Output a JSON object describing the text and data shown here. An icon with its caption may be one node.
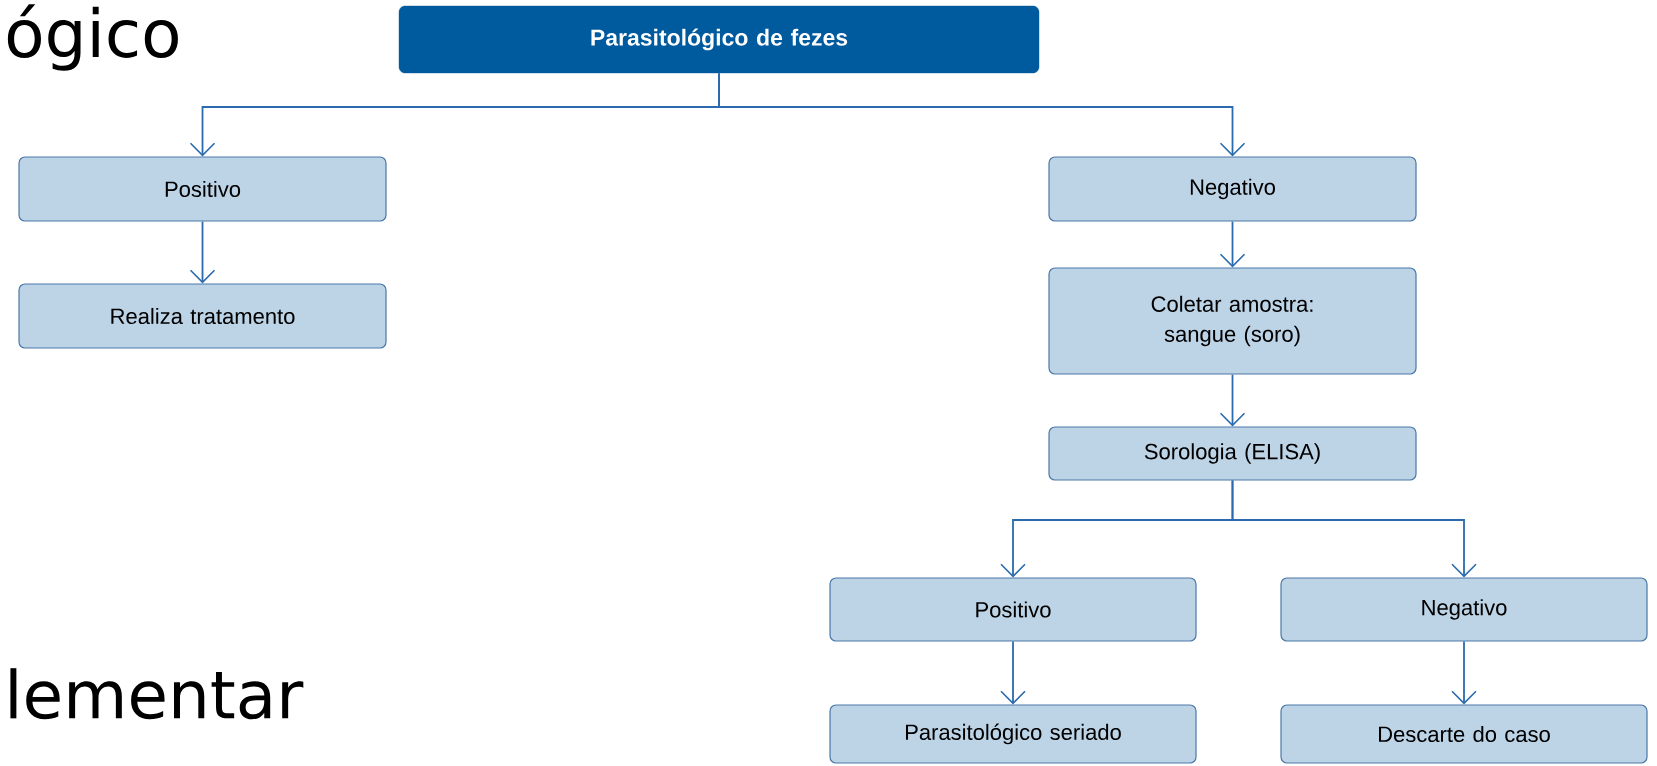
{
  "diagram": {
    "nodes": [
      {
        "text": [
          "Parasitológico de fezes"
        ]
      },
      {
        "text": [
          "Positivo"
        ]
      },
      {
        "text": [
          "Realiza tratamento"
        ]
      },
      {
        "text": [
          "Negativo"
        ]
      },
      {
        "text": [
          "Coletar amostra: sangue (soro)"
        ]
      },
      {
        "text": [
          "Sorologia (ELISA)"
        ]
      },
      {
        "text": [
          "Positivo"
        ]
      },
      {
        "text": [
          "Negativo"
        ]
      },
      {
        "text": [
          "Parasitológico seriado"
        ]
      },
      {
        "text": [
          "Descarte do caso"
        ]
      }
    ],
    "edges": [
      {
        "from": 0,
        "to": 1,
        "arrow": "to"
      },
      {
        "from": 0,
        "to": 3,
        "arrow": "to"
      },
      {
        "from": 1,
        "to": 2,
        "arrow": "to"
      },
      {
        "from": 3,
        "to": 4,
        "arrow": "to"
      },
      {
        "from": 4,
        "to": 5,
        "arrow": "to"
      },
      {
        "from": 5,
        "to": 6,
        "arrow": "to"
      },
      {
        "from": 5,
        "to": 7,
        "arrow": "to"
      },
      {
        "from": 6,
        "to": 8,
        "arrow": "to"
      },
      {
        "from": 7,
        "to": 9,
        "arrow": "to"
      }
    ],
    "labels": [
      "ógico",
      "lementar"
    ]
  }
}
